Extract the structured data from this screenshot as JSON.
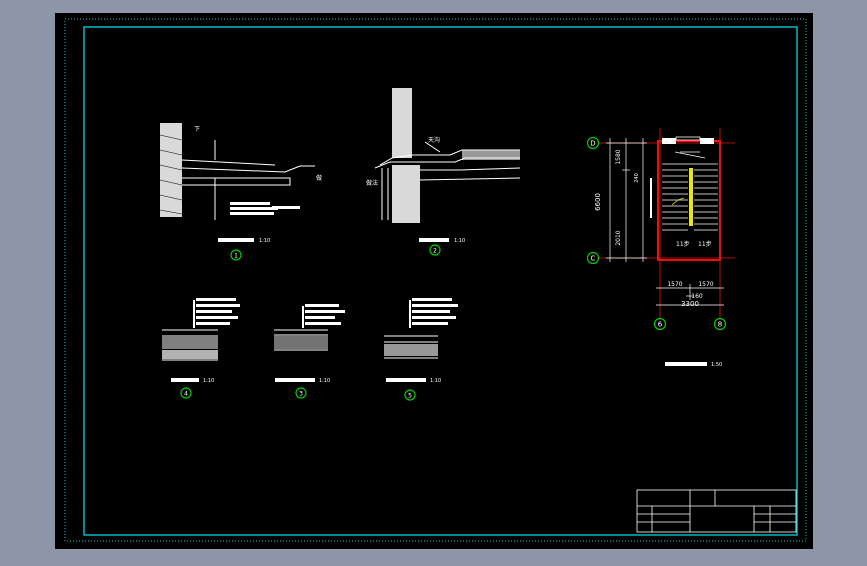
{
  "colors": {
    "window_bg": "#8c96a6",
    "sheet_bg": "#000000",
    "frame": "#00c8d8",
    "line": "#ffffff",
    "axis_red": "#e81010",
    "bubble_green": "#00d000",
    "stair_yellow": "#e8e800"
  },
  "detail_a": {
    "label_top": "下",
    "label_right": "做"
  },
  "detail_b": {
    "label_note": "天沟",
    "label_left": "做法"
  },
  "details": {
    "d1": {
      "number": "1",
      "scale": "1:10"
    },
    "d2": {
      "number": "2",
      "scale": "1:10"
    },
    "d3": {
      "number": "3",
      "scale": "1:10"
    },
    "d4": {
      "number": "4",
      "scale": "1:10"
    },
    "d5": {
      "number": "5",
      "scale": "1:10"
    }
  },
  "plan": {
    "axes": {
      "top_left": "D",
      "bottom_left": "C",
      "bottom_left_col": "6",
      "bottom_right_col": "8"
    },
    "dims": {
      "overall_height": "6600",
      "upper": "1580",
      "lower": "2010",
      "left_width": "1570",
      "right_width": "1570",
      "gap": "160",
      "overall_width": "3300",
      "flight": "240"
    },
    "labels": {
      "room_left": "11步",
      "room_right": "11步"
    },
    "scale": "1:50"
  }
}
